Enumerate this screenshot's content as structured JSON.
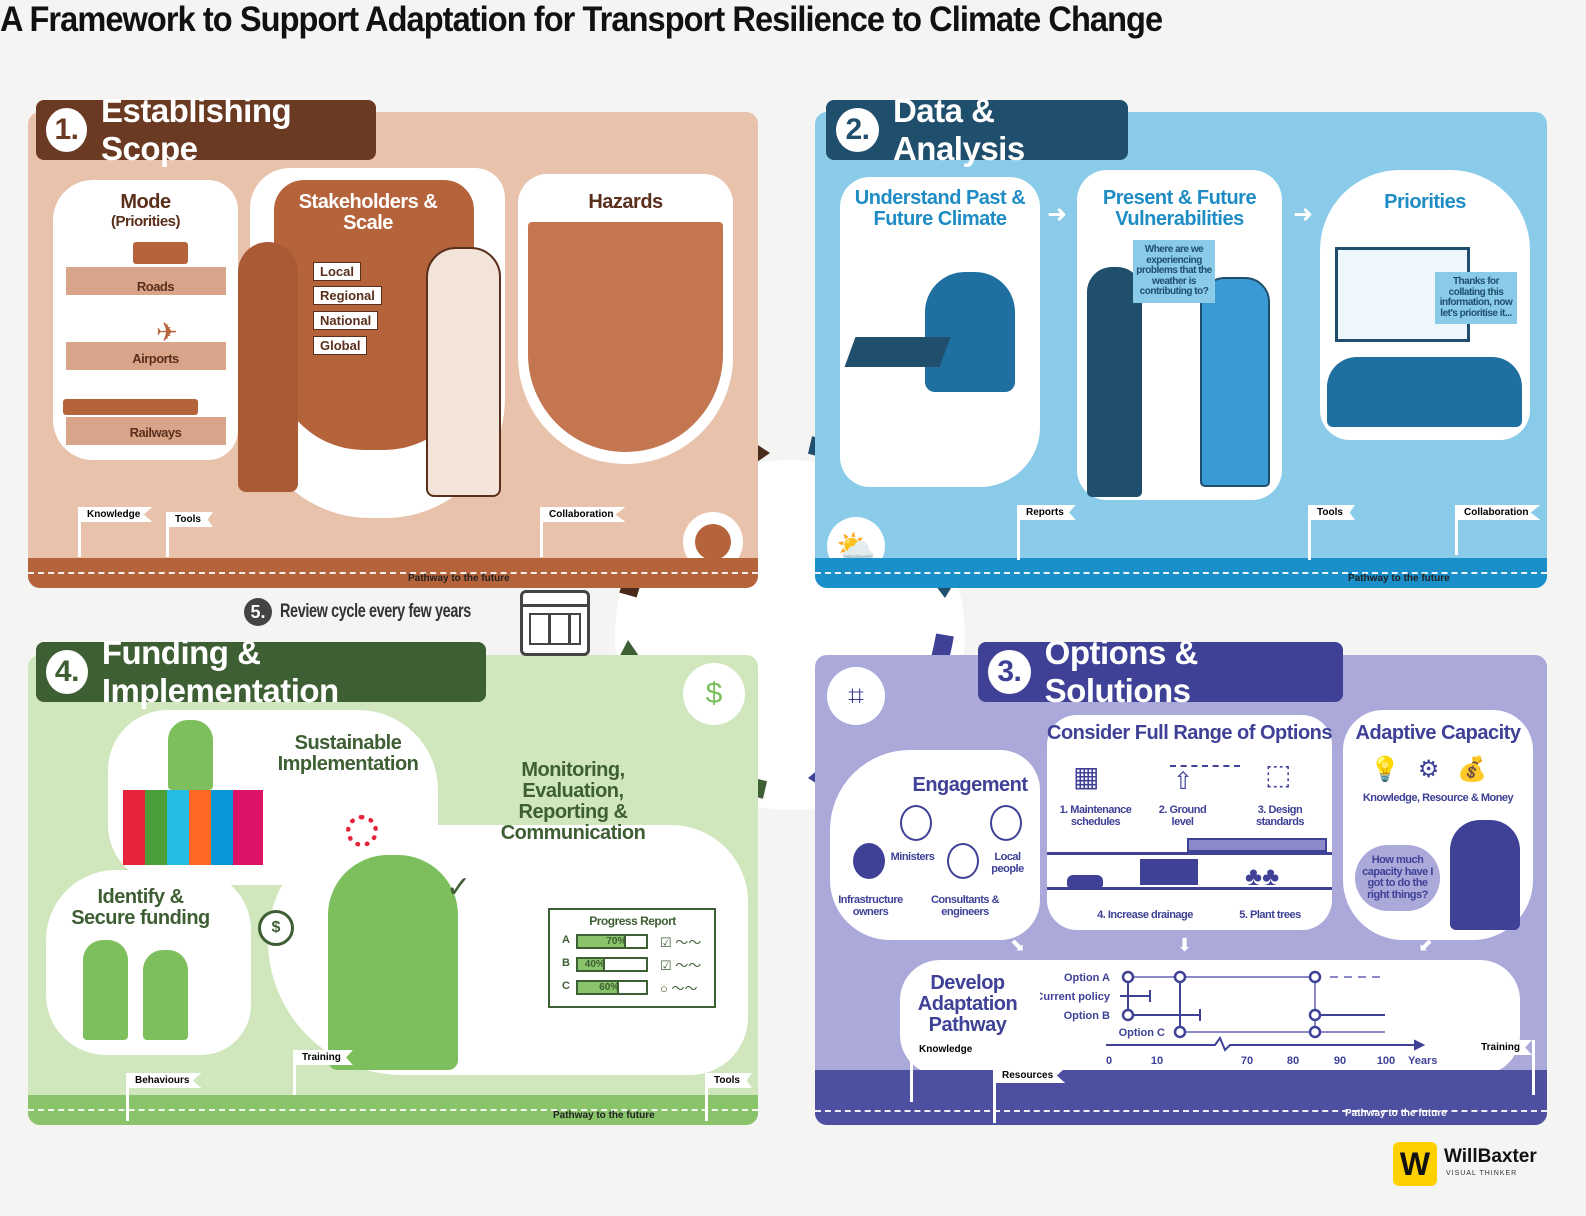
{
  "title": "A Framework to Support Adaptation for Transport Resilience to Climate Change",
  "pathway": "Pathway to the future",
  "colors": {
    "step1": "#e9c2ab",
    "step1_dark": "#6b3a22",
    "step2": "#89cbe9",
    "step2_dark": "#1f4f6c",
    "step3": "#aba8da",
    "step3_dark": "#3e4196",
    "step4": "#d0e7be",
    "step4_dark": "#3e5e33"
  },
  "step1": {
    "number": "1.",
    "title": "Establishing Scope",
    "mode": {
      "title": "Mode",
      "subtitle": "(Priorities)",
      "items": [
        "Roads",
        "Airports",
        "Railways"
      ]
    },
    "stakeholders": {
      "title": "Stakeholders & Scale",
      "scales": [
        "Local",
        "Regional",
        "National",
        "Global"
      ]
    },
    "hazards": {
      "title": "Hazards"
    },
    "flags": [
      "Knowledge",
      "Tools",
      "Collaboration"
    ]
  },
  "step2": {
    "number": "2.",
    "title": "Data & Analysis",
    "sections": [
      "Understand Past & Future Climate",
      "Present & Future Vulnerabilities",
      "Priorities"
    ],
    "bubble1": "Where are we experiencing problems that the weather is contributing to?",
    "bubble2": "Thanks for collating this information, now let's prioritise it...",
    "flags": [
      "Reports",
      "Tools",
      "Collaboration"
    ]
  },
  "step3": {
    "number": "3.",
    "title": "Options & Solutions",
    "options_title": "Consider Full Range of Options",
    "options": [
      "1. Maintenance schedules",
      "2. Ground level",
      "3. Design standards",
      "4. Increase drainage",
      "5. Plant trees"
    ],
    "capacity": {
      "title": "Adaptive Capacity",
      "subtitle": "Knowledge, Resource & Money",
      "thought": "How much capacity have I got to do the right things?"
    },
    "engagement": {
      "title": "Engagement",
      "people": [
        "Ministers",
        "Local people",
        "Infrastructure owners",
        "Consultants & engineers"
      ]
    },
    "pathway_title": "Develop Adaptation Pathway",
    "pathway_chart": {
      "rows": [
        "Option A",
        "Current policy",
        "Option B",
        "Option C"
      ],
      "ticks": [
        "0",
        "10",
        "70",
        "80",
        "90",
        "100"
      ],
      "unit": "Years"
    },
    "flags": [
      "Knowledge",
      "Resources",
      "Training"
    ]
  },
  "step4": {
    "number": "4.",
    "title": "Funding & Implementation",
    "sustainable": "Sustainable Implementation",
    "monitoring": "Monitoring, Evaluation, Reporting & Communication",
    "funding": "Identify & Secure funding",
    "report": {
      "title": "Progress Report",
      "rows": [
        {
          "label": "A",
          "value": "70%",
          "fraction": 0.7
        },
        {
          "label": "B",
          "value": "40%",
          "fraction": 0.4
        },
        {
          "label": "C",
          "value": "60%",
          "fraction": 0.6
        }
      ]
    },
    "flags": [
      "Training",
      "Behaviours",
      "Tools"
    ]
  },
  "step5": {
    "number": "5.",
    "text": "Review cycle every few years"
  },
  "logo": {
    "mark": "W",
    "name": "WillBaxter",
    "tagline": "VISUAL THINKER"
  }
}
